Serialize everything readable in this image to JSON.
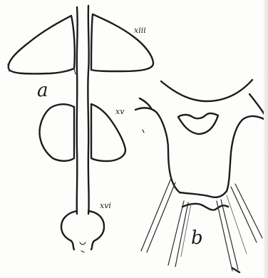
{
  "figure": {
    "panel_a_label": "a",
    "panel_b_label": "b",
    "labels": {
      "upper_pair": "xiii",
      "middle_pair": "xv",
      "lower_end": "xvi"
    }
  },
  "colors": {
    "ink": "#1c1c1c",
    "paper": "#fdfdfb"
  }
}
